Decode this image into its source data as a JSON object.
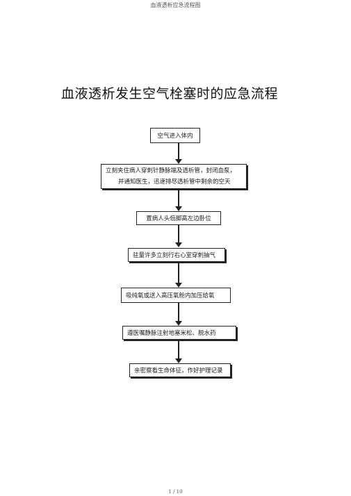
{
  "page": {
    "header": "血液透析应急流程图",
    "title": "血液透析发生空气栓塞时的应急流程",
    "footer": "1 / 10"
  },
  "steps": [
    {
      "text": "空气进入体内"
    },
    {
      "line1": "立刻夹住病人穿刺针静脉端及透析管，封闭血泵，",
      "line2": "并通知医生，迅速排尽透析管中剩余的空天"
    },
    {
      "text": "置病人头低脚高左边卧位"
    },
    {
      "text": "驻量许多立刻行右心室穿刺抽气"
    },
    {
      "text": "吸纯氧或送入高压氧舱内加压给氧"
    },
    {
      "text": "遵医嘱静脉注射地塞米松、脱水药"
    },
    {
      "text": "亲密察看生命体征，作好护理记录"
    }
  ]
}
